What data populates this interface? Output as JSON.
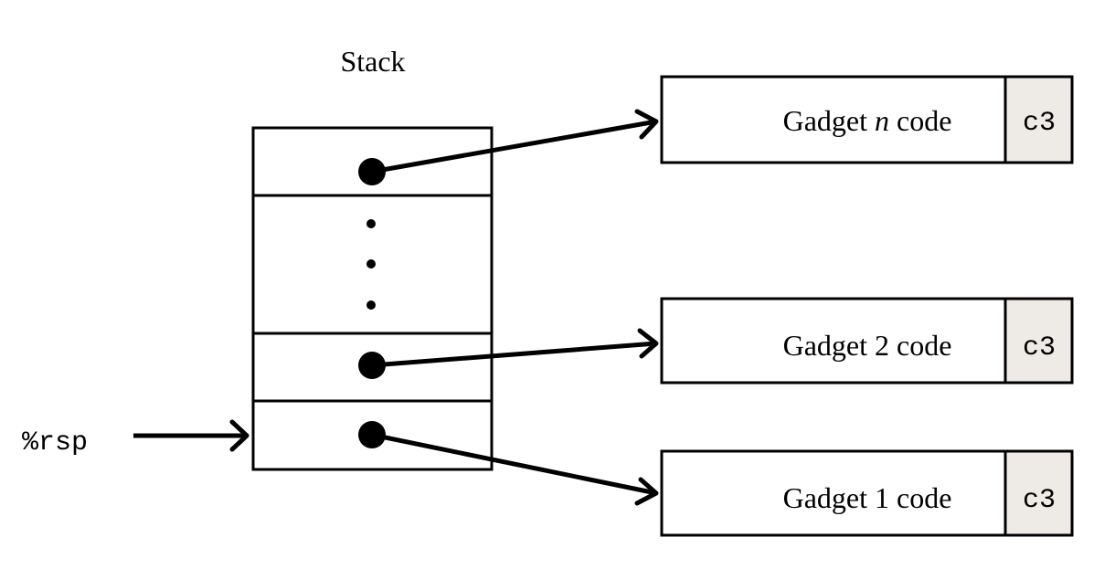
{
  "diagram": {
    "stack_label": "Stack",
    "register_label": "%rsp",
    "ret_cell_fill": "#eeebe6",
    "gadgets": [
      {
        "id": "gadget-n",
        "prefix": "Gadget ",
        "var": "n",
        "suffix": " code",
        "ret": "c3"
      },
      {
        "id": "gadget-2",
        "prefix": "Gadget 2 code",
        "var": "",
        "suffix": "",
        "ret": "c3"
      },
      {
        "id": "gadget-1",
        "prefix": "Gadget 1 code",
        "var": "",
        "suffix": "",
        "ret": "c3"
      }
    ]
  }
}
